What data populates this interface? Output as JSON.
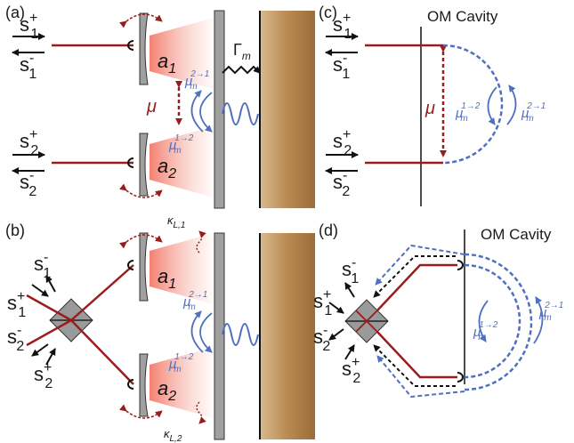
{
  "panels": {
    "a": "(a)",
    "b": "(b)",
    "c": "(c)",
    "d": "(d)"
  },
  "ports": {
    "s1_plus": {
      "base": "s",
      "sub": "1",
      "sup": "+"
    },
    "s1_minus": {
      "base": "s",
      "sub": "1",
      "sup": "-"
    },
    "s2_plus": {
      "base": "s",
      "sub": "2",
      "sup": "+"
    },
    "s2_minus": {
      "base": "s",
      "sub": "2",
      "sup": "-"
    }
  },
  "modes": {
    "a1_base": "a",
    "a1_sub": "1",
    "a2_base": "a",
    "a2_sub": "2"
  },
  "coupling": {
    "mu": "μ",
    "mu_m": "μ",
    "mu_m_sub": "m",
    "sup_21": "2→1",
    "sup_12": "1→2",
    "gamma": "Γ",
    "gamma_sub": "m",
    "kappa": "κ",
    "kappa1_sub": "L,1",
    "kappa2_sub": "L,2"
  },
  "labels": {
    "om_cavity": "OM Cavity"
  },
  "colors": {
    "laser": "#9b1c1c",
    "mechanics": "#4f6fc0",
    "beam_glow": "#f08070",
    "mirror": "#a0a0a0",
    "substrate": "#b98a52"
  }
}
